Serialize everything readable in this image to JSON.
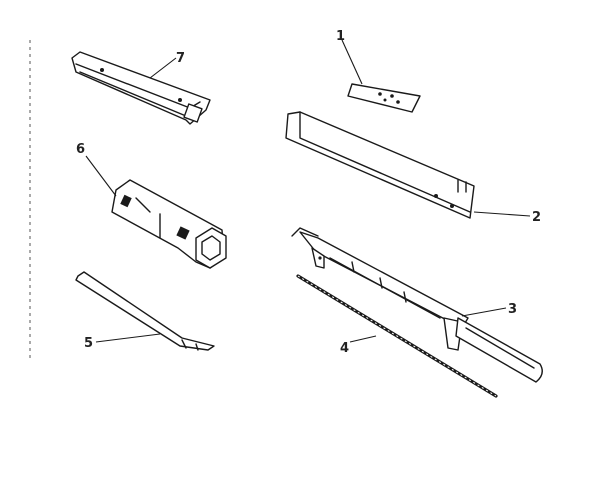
{
  "figure": {
    "background": "#ffffff",
    "ink_color": "#1a1a1a"
  },
  "callouts": {
    "part_1": "1",
    "part_2": "2",
    "part_3": "3",
    "part_4": "4",
    "part_5": "5",
    "part_6": "6",
    "part_7": "7"
  }
}
